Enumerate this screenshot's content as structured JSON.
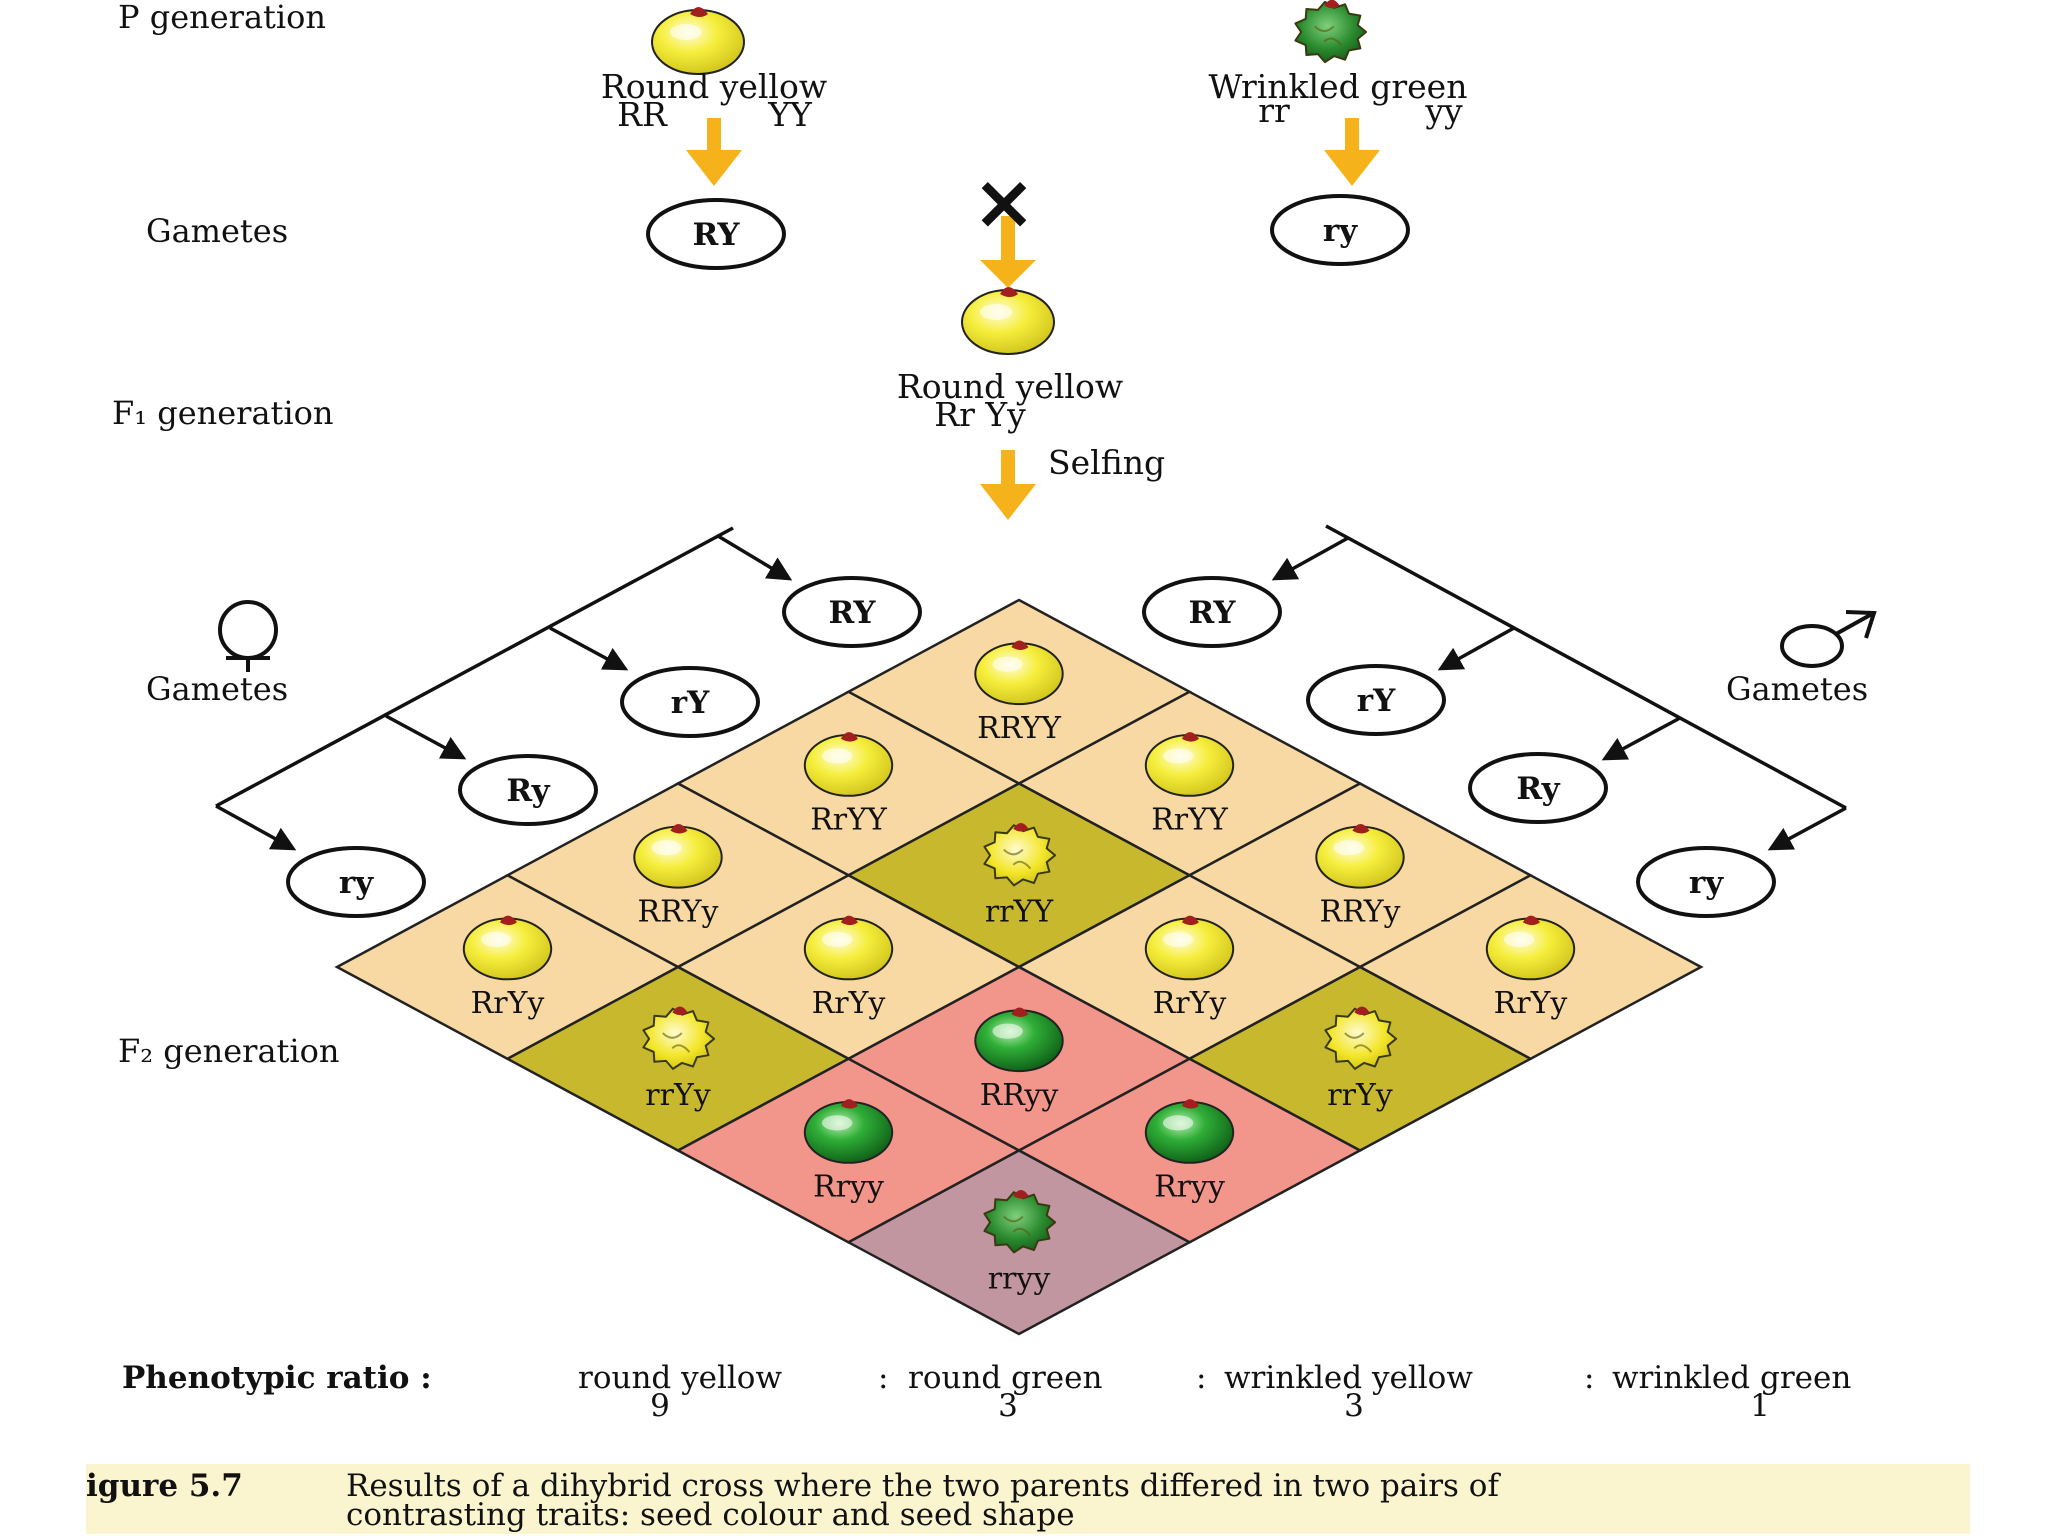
{
  "labels": {
    "p_generation": "P generation",
    "gametes_left": "Gametes",
    "f1_generation": "F₁ generation",
    "f2_generation": "F₂ generation",
    "female_gametes": "Gametes",
    "male_gametes": "Gametes",
    "cross_mark": "×",
    "selfing": "Selfing"
  },
  "parents": {
    "left": {
      "phenotype": "Round yellow",
      "allele1": "RR",
      "allele2": "YY",
      "gamete": "RY",
      "seed": "round-yellow"
    },
    "right": {
      "phenotype": "Wrinkled green",
      "allele1": "rr",
      "allele2": "yy",
      "gamete": "ry",
      "seed": "wrinkled-green"
    }
  },
  "f1": {
    "phenotype": "Round yellow",
    "genotype": "Rr Yy",
    "seed": "round-yellow"
  },
  "gametes_female": [
    "RY",
    "rY",
    "Ry",
    "ry"
  ],
  "gametes_male": [
    "RY",
    "rY",
    "Ry",
    "ry"
  ],
  "grid": [
    [
      {
        "genotype": "RRYY",
        "phenotype": "round-yellow"
      },
      {
        "genotype": "RrYY",
        "phenotype": "round-yellow"
      },
      {
        "genotype": "RRYy",
        "phenotype": "round-yellow"
      },
      {
        "genotype": "RrYy",
        "phenotype": "round-yellow"
      }
    ],
    [
      {
        "genotype": "RrYY",
        "phenotype": "round-yellow"
      },
      {
        "genotype": "rrYY",
        "phenotype": "wrinkled-yellow"
      },
      {
        "genotype": "RrYy",
        "phenotype": "round-yellow"
      },
      {
        "genotype": "rrYy",
        "phenotype": "wrinkled-yellow"
      }
    ],
    [
      {
        "genotype": "RRYy",
        "phenotype": "round-yellow"
      },
      {
        "genotype": "RrYy",
        "phenotype": "round-yellow"
      },
      {
        "genotype": "RRyy",
        "phenotype": "round-green"
      },
      {
        "genotype": "Rryy",
        "phenotype": "round-green"
      }
    ],
    [
      {
        "genotype": "RrYy",
        "phenotype": "round-yellow"
      },
      {
        "genotype": "rrYy",
        "phenotype": "wrinkled-yellow"
      },
      {
        "genotype": "Rryy",
        "phenotype": "round-green"
      },
      {
        "genotype": "rryy",
        "phenotype": "wrinkled-green"
      }
    ]
  ],
  "ratio": {
    "label": "Phenotypic ratio :",
    "items": [
      {
        "phenotype": "round yellow",
        "value": "9"
      },
      {
        "phenotype": "round green",
        "value": "3"
      },
      {
        "phenotype": "wrinkled yellow",
        "value": "3"
      },
      {
        "phenotype": "wrinkled green",
        "value": "1"
      }
    ],
    "separator": ":"
  },
  "caption": {
    "label": "igure 5.7",
    "line1": "Results of a dihybrid cross where the two parents differed in two pairs of",
    "line2": "contrasting traits: seed colour and seed shape"
  },
  "colors": {
    "cell_round_yellow": "#f8d9a3",
    "cell_wrinkled_yellow": "#c8b82e",
    "cell_round_green": "#f2958a",
    "cell_wrinkled_green": "#c296a0",
    "seed_yellow": "#f6ee3c",
    "seed_green": "#1f8f2a",
    "seed_dark_green": "#145e1c",
    "seed_tip": "#a11f1f",
    "arrow": "#f5b21b",
    "caption_bg": "#fbf5cf",
    "line": "#111111"
  }
}
